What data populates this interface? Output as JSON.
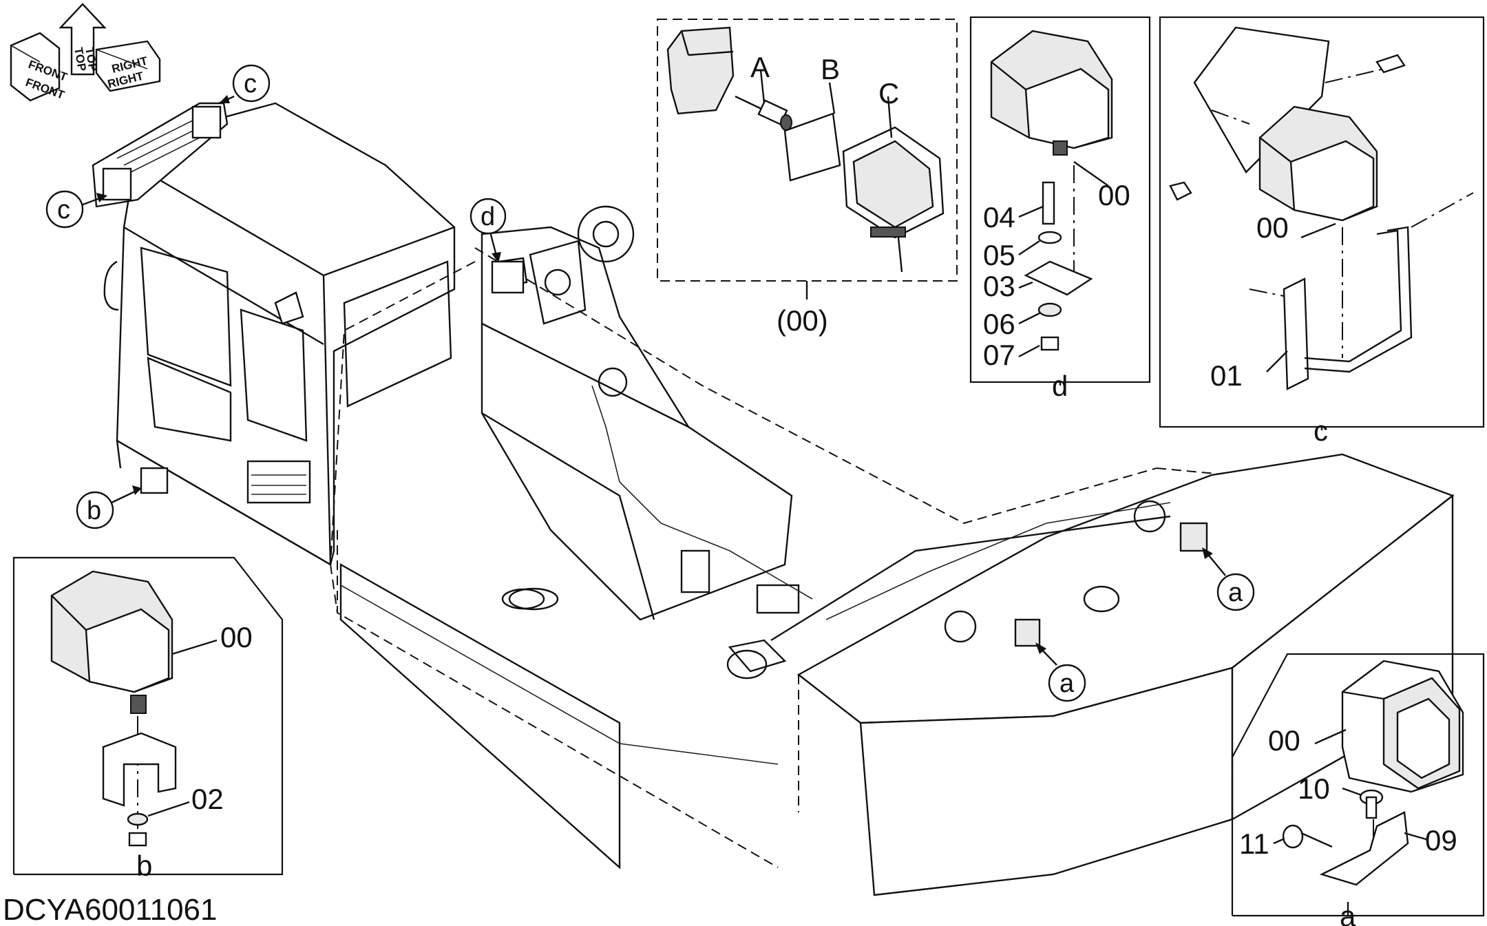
{
  "drawing_id": "DCYA60011061",
  "orientation": {
    "top": "TOP",
    "front": "FRONT",
    "right": "RIGHT"
  },
  "callouts": {
    "c": "c",
    "d": "d",
    "b": "b",
    "a": "a"
  },
  "kit_box": {
    "items": [
      "A",
      "B",
      "C"
    ],
    "label": "(00)"
  },
  "detail_d": {
    "label": "d",
    "parts": [
      "00",
      "04",
      "05",
      "03",
      "06",
      "07"
    ]
  },
  "detail_c": {
    "label": "c",
    "parts": [
      "00",
      "01"
    ]
  },
  "detail_b": {
    "label": "b",
    "parts": [
      "00",
      "02"
    ]
  },
  "detail_a": {
    "label": "a",
    "parts": [
      "00",
      "10",
      "11",
      "09"
    ]
  }
}
